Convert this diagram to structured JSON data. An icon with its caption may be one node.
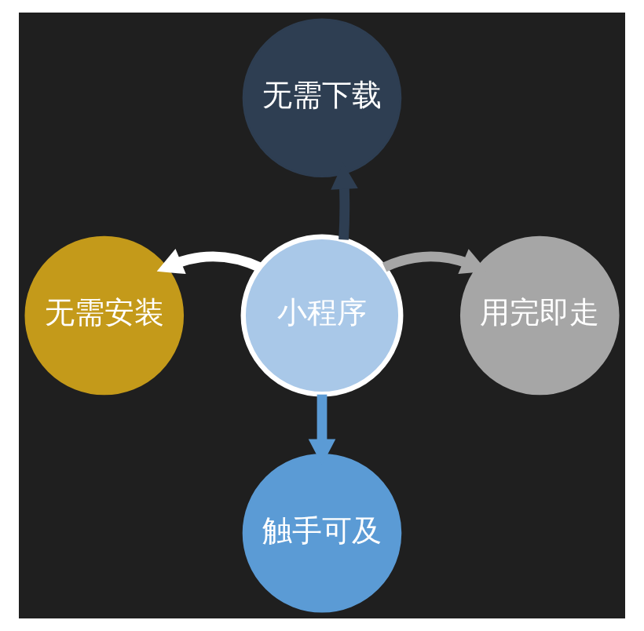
{
  "diagram": {
    "nodes": [
      {
        "text": [
          "无需下载"
        ]
      },
      {
        "text": [
          "无需安装"
        ]
      },
      {
        "text": [
          "小程序"
        ]
      },
      {
        "text": [
          "用完即走"
        ]
      },
      {
        "text": [
          "触手可及"
        ]
      }
    ],
    "edges": [
      {
        "from": 2,
        "to": 0,
        "arrow": "to",
        "color": "#2e3e52"
      },
      {
        "from": 2,
        "to": 1,
        "arrow": "to",
        "color": "#ffffff"
      },
      {
        "from": 2,
        "to": 3,
        "arrow": "to",
        "color": "#a6a6a6"
      },
      {
        "from": 2,
        "to": 4,
        "arrow": "to",
        "color": "#5b9bd5"
      }
    ]
  }
}
